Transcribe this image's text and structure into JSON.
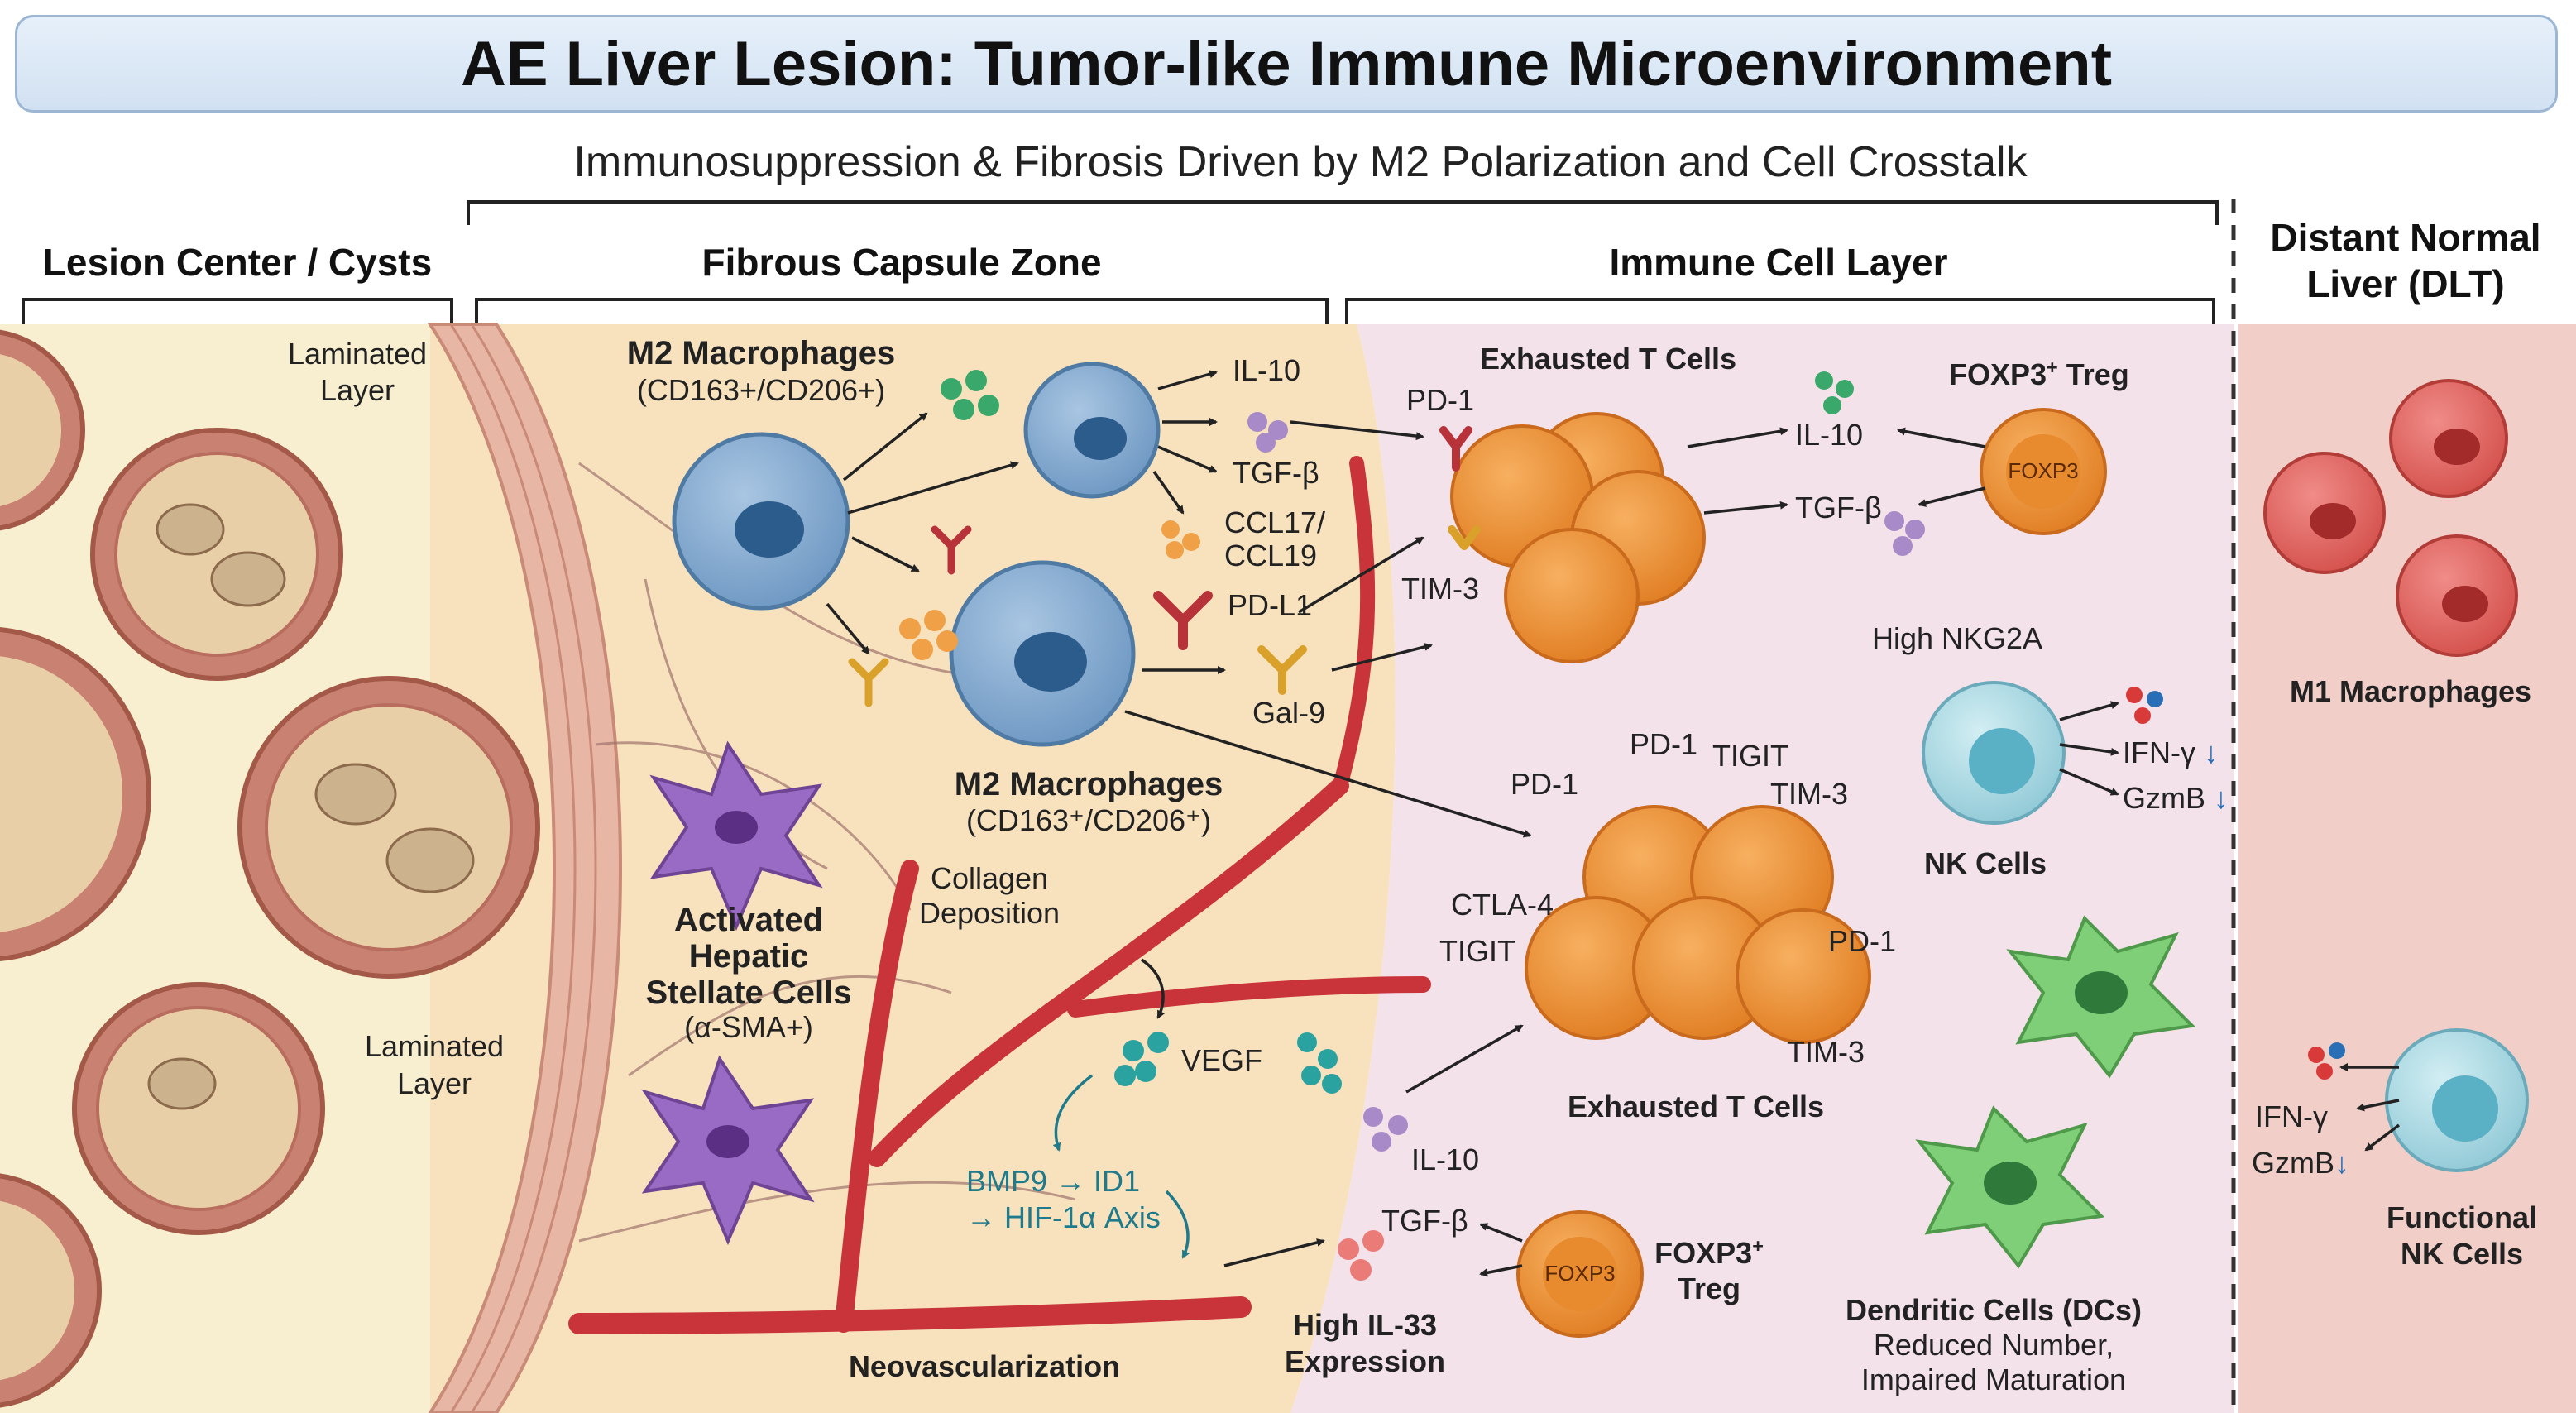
{
  "title": "AE Liver Lesion: Tumor-like Immune Microenvironment",
  "subtitle": "Immunosuppression & Fibrosis Driven by M2 Polarization and Cell Crosstalk",
  "zones": {
    "lesion_center": "Lesion Center / Cysts",
    "fibrous_capsule": "Fibrous Capsule Zone",
    "immune_layer": "Immune Cell Layer",
    "distant_line1": "Distant Normal",
    "distant_line2": "Liver (DLT)"
  },
  "lesion": {
    "laminated_1a": "Laminated",
    "laminated_1b": "Layer",
    "laminated_2a": "Laminated",
    "laminated_2b": "Layer"
  },
  "capsule": {
    "m2_top_title": "M2 Macrophages",
    "m2_top_markers": "(CD163+/CD206+)",
    "il10": "IL-10",
    "tgfb": "TGF-β",
    "ccl_a": "CCL17/",
    "ccl_b": "CCL19",
    "pdl1": "PD-L1",
    "gal9": "Gal-9",
    "m2_bottom_title": "M2 Macrophages",
    "m2_bottom_markers": "(CD163⁺/CD206⁺)",
    "collagen_a": "Collagen",
    "collagen_b": "Deposition",
    "hsc_1": "Activated",
    "hsc_2": "Hepatic",
    "hsc_3": "Stellate Cells",
    "hsc_4": "(α-SMA+)",
    "vegf": "VEGF",
    "bmp_1": "BMP9 → ID1",
    "bmp_2": "→ HIF-1α Axis",
    "neovasc": "Neovascularization",
    "il33_a": "High IL-33",
    "il33_b": "Expression"
  },
  "immune": {
    "exhausted_top": "Exhausted T Cells",
    "pd1_top": "PD-1",
    "tim3_top": "TIM-3",
    "il10_treg": "IL-10",
    "tgfb_treg": "TGF-β",
    "treg_top_title": "FOXP3",
    "treg_top_suffix": "Treg",
    "treg_top_sup": "+",
    "foxp3_label": "FOXP3",
    "nk_high": "High NKG2A",
    "ifng": "IFN-γ",
    "gzmb": "GzmB",
    "nk_label": "NK Cells",
    "pd1_a": "PD-1",
    "pd1_b": "PD-1",
    "tigit_a": "TIGIT",
    "tim3_a": "TIM-3",
    "ctla4": "CTLA-4",
    "tigit_b": "TIGIT",
    "pd1_c": "PD-1",
    "tim3_b": "TIM-3",
    "exhausted_bottom": "Exhausted T Cells",
    "il10_low": "IL-10",
    "tgfb_low": "TGF-β",
    "foxp3_low": "FOXP3",
    "treg_low_a": "FOXP3",
    "treg_low_sup": "+",
    "treg_low_b": "Treg",
    "dc_1": "Dendritic Cells (DCs)",
    "dc_2": "Reduced Number,",
    "dc_3": "Impaired Maturation"
  },
  "distant": {
    "m1_label": "M1 Macrophages",
    "ifng": "IFN-γ",
    "gzmb": "GzmB",
    "nk_1": "Functional",
    "nk_2": "NK Cells"
  },
  "down_arrow": "↓",
  "colors": {
    "lesion_bg": "#f7efcf",
    "capsule_bg": "#f7e2bd",
    "immune_bg": "#f4e2ea",
    "distant_bg": "#f1cfc8",
    "vessel": "#c9343a",
    "t_cell": "#f29a3c",
    "m2_macrophage": "#7ea6cc",
    "stellate": "#8e5bb5",
    "nk_cell": "#a9d8e2",
    "dendritic": "#6fbf6a",
    "m1_macrophage": "#e06a66",
    "cytokine_green": "#3aa86a",
    "cytokine_purple": "#a88ac8",
    "cytokine_orange": "#f0a046",
    "teal_text": "#1f7a8c"
  }
}
